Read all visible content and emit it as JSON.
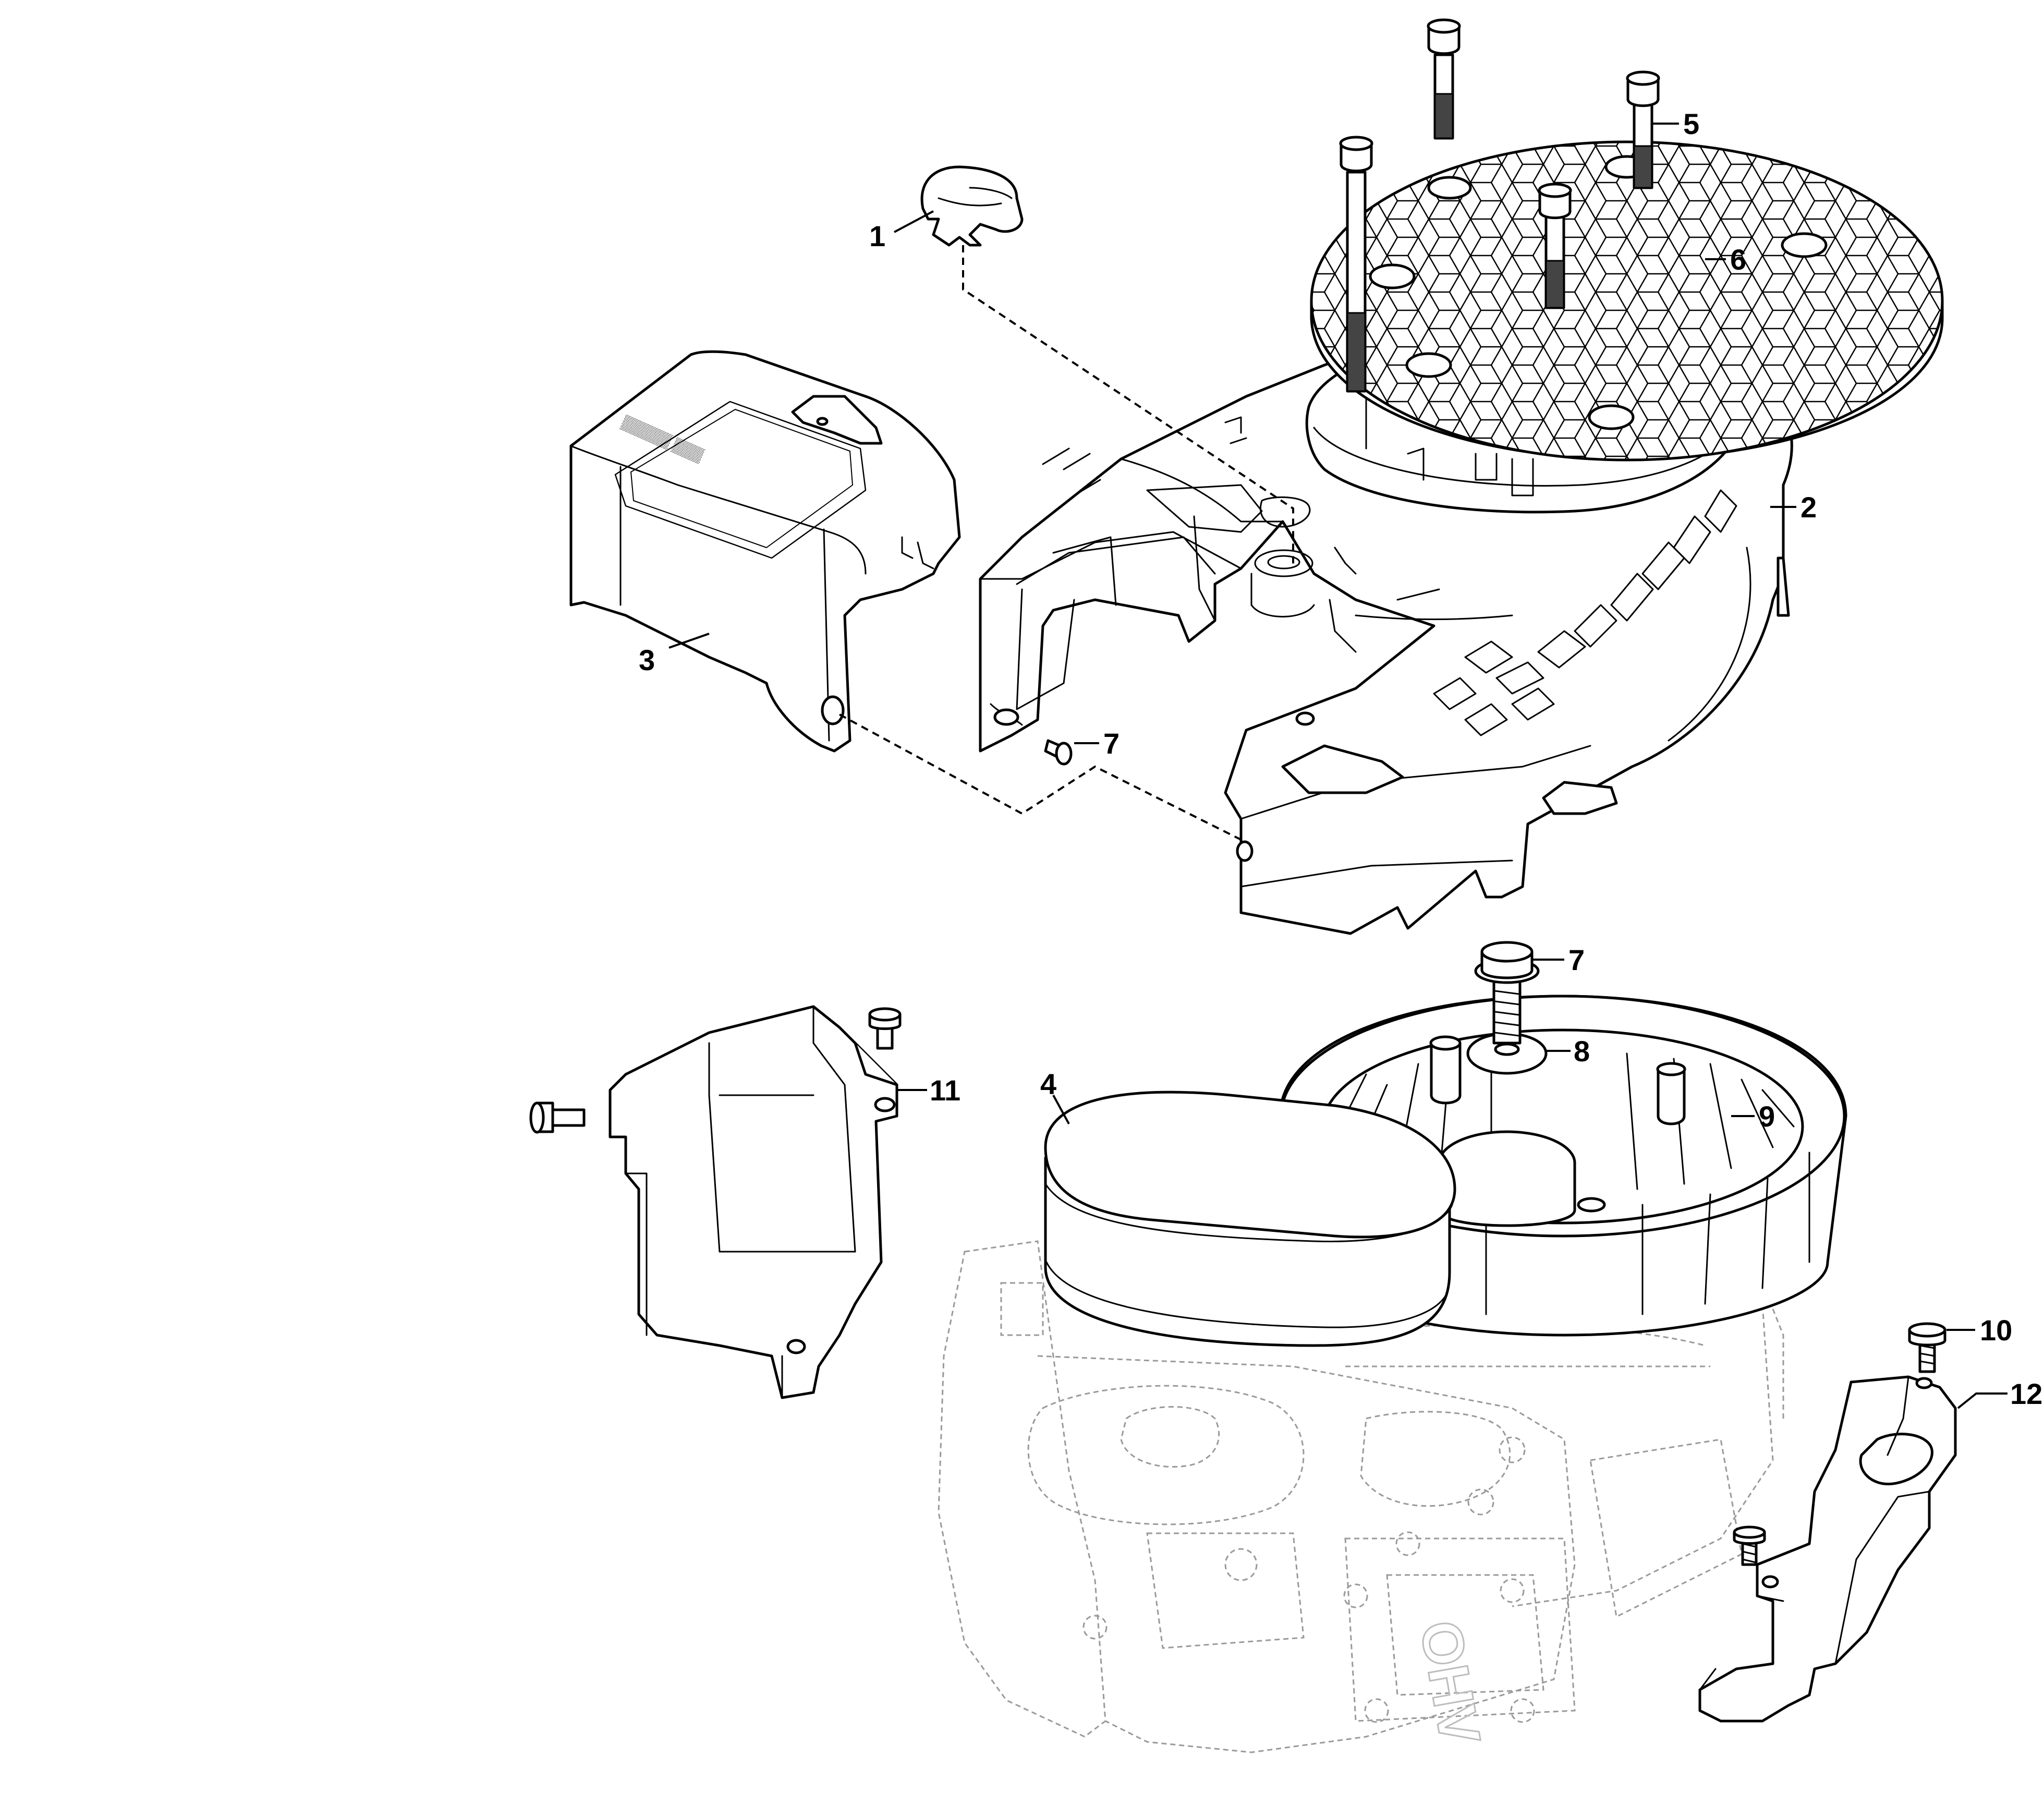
{
  "callouts": {
    "c1": "1",
    "c2": "2",
    "c3": "3",
    "c4": "4",
    "c5": "5",
    "c6": "6",
    "c7a": "7",
    "c7b": "7",
    "c8": "8",
    "c9": "9",
    "c10": "10",
    "c11": "11",
    "c12": "12"
  },
  "engine_marking": "OHV"
}
